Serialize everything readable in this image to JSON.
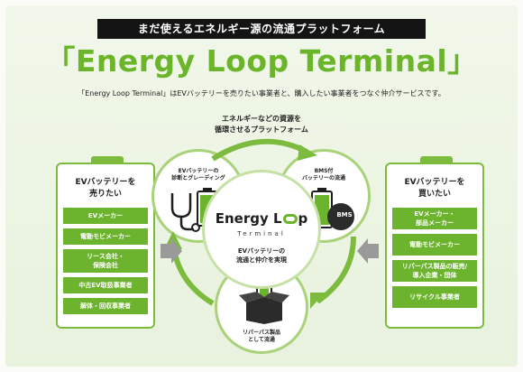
{
  "header": {
    "banner": "まだ使えるエネルギー源の流通プラットフォーム",
    "title": "「Energy Loop Terminal」",
    "subtitle": "「Energy Loop Terminal」はEVバッテリーを売りたい事業者と、購入したい事業者をつなぐ仲介サービスです。"
  },
  "cycle_caption": {
    "line1": "エネルギーなどの資源を",
    "line2": "循環させるプラットフォーム"
  },
  "left_panel": {
    "title_line1": "EVバッテリーを",
    "title_line2": "売りたい",
    "items": [
      {
        "line1": "EVメーカー",
        "line2": ""
      },
      {
        "line1": "電動モビメーカー",
        "line2": ""
      },
      {
        "line1": "リース会社・",
        "line2": "保険会社"
      },
      {
        "line1": "中古EV取扱事業者",
        "line2": ""
      },
      {
        "line1": "解体・回収事業者",
        "line2": ""
      }
    ]
  },
  "right_panel": {
    "title_line1": "EVバッテリーを",
    "title_line2": "買いたい",
    "items": [
      {
        "line1": "EVメーカー・",
        "line2": "部品メーカー"
      },
      {
        "line1": "電動モビメーカー",
        "line2": ""
      },
      {
        "line1": "リパーパス製品の販売/",
        "line2": "導入企業・団体"
      },
      {
        "line1": "リサイクル事業者",
        "line2": ""
      }
    ]
  },
  "circles": {
    "left": {
      "line1": "EVバッテリーの",
      "line2": "診断とグレーディング"
    },
    "right": {
      "line1": "BMS付",
      "line2": "バッテリーの流通",
      "badge": "BMS"
    },
    "bottom": {
      "line1": "リパーパス製品",
      "line2": "として流通"
    },
    "center": {
      "logo_left": "Energy L",
      "logo_right": "p",
      "logo_sub": "Terminal",
      "line1": "EVバッテリーの",
      "line2": "流通と仲介を実現"
    }
  },
  "colors": {
    "accent_green": "#6cb42e",
    "light_green": "#a9d27a",
    "banner_black": "#141414"
  }
}
